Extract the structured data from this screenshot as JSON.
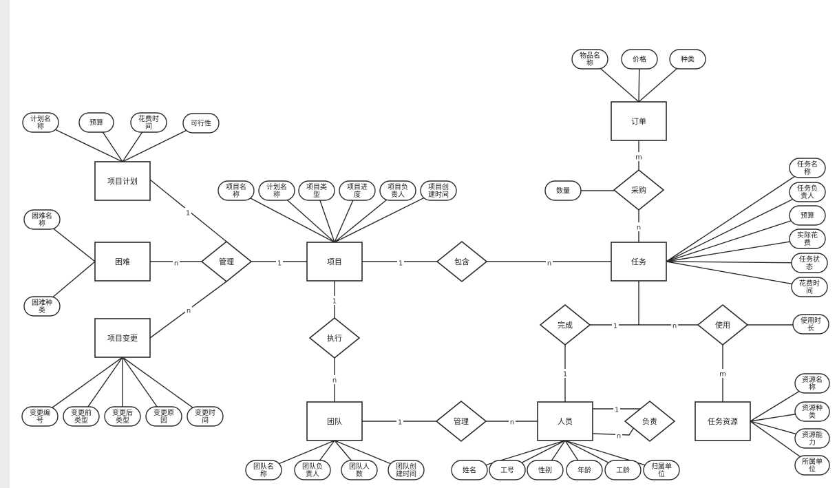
{
  "entities": [
    {
      "id": "plan",
      "label": "项目计划"
    },
    {
      "id": "difficulty",
      "label": "困难"
    },
    {
      "id": "change",
      "label": "项目变更"
    },
    {
      "id": "project",
      "label": "项目"
    },
    {
      "id": "team",
      "label": "团队"
    },
    {
      "id": "order",
      "label": "订单"
    },
    {
      "id": "task",
      "label": "任务"
    },
    {
      "id": "person",
      "label": "人员"
    },
    {
      "id": "resource",
      "label": "任务资源"
    }
  ],
  "relationships": [
    {
      "id": "manage_plan",
      "label": "管理"
    },
    {
      "id": "contain",
      "label": "包含"
    },
    {
      "id": "execute",
      "label": "执行"
    },
    {
      "id": "manage_team",
      "label": "管理"
    },
    {
      "id": "purchase",
      "label": "采购"
    },
    {
      "id": "complete",
      "label": "完成"
    },
    {
      "id": "use",
      "label": "使用"
    },
    {
      "id": "responsible",
      "label": "负责"
    }
  ],
  "attributes": [
    {
      "id": "a_plan_name",
      "label": [
        "计划名",
        "称"
      ]
    },
    {
      "id": "a_plan_budget",
      "label": [
        "预算"
      ]
    },
    {
      "id": "a_plan_time",
      "label": [
        "花费时",
        "间"
      ]
    },
    {
      "id": "a_plan_feas",
      "label": [
        "可行性"
      ]
    },
    {
      "id": "a_diff_name",
      "label": [
        "困难名",
        "称"
      ]
    },
    {
      "id": "a_diff_kind",
      "label": [
        "困难种",
        "类"
      ]
    },
    {
      "id": "a_chg_no",
      "label": [
        "变更编",
        "号"
      ]
    },
    {
      "id": "a_chg_before",
      "label": [
        "变更前",
        "类型"
      ]
    },
    {
      "id": "a_chg_after",
      "label": [
        "变更后",
        "类型"
      ]
    },
    {
      "id": "a_chg_reason",
      "label": [
        "变更原",
        "因"
      ]
    },
    {
      "id": "a_chg_time",
      "label": [
        "变更时",
        "间"
      ]
    },
    {
      "id": "a_prj_name",
      "label": [
        "项目名",
        "称"
      ]
    },
    {
      "id": "a_prj_plan",
      "label": [
        "计划名",
        "称"
      ]
    },
    {
      "id": "a_prj_type",
      "label": [
        "项目类",
        "型"
      ]
    },
    {
      "id": "a_prj_progress",
      "label": [
        "项目进",
        "度"
      ]
    },
    {
      "id": "a_prj_owner",
      "label": [
        "项目负",
        "责人"
      ]
    },
    {
      "id": "a_prj_created",
      "label": [
        "项目创",
        "建时间"
      ]
    },
    {
      "id": "a_team_name",
      "label": [
        "团队名",
        "称"
      ]
    },
    {
      "id": "a_team_owner",
      "label": [
        "团队负",
        "责人"
      ]
    },
    {
      "id": "a_team_size",
      "label": [
        "团队人",
        "数"
      ]
    },
    {
      "id": "a_team_created",
      "label": [
        "团队创",
        "建时间"
      ]
    },
    {
      "id": "a_item_name",
      "label": [
        "物品名",
        "称"
      ]
    },
    {
      "id": "a_price",
      "label": [
        "价格"
      ]
    },
    {
      "id": "a_kind",
      "label": [
        "种类"
      ]
    },
    {
      "id": "a_qty",
      "label": [
        "数量"
      ]
    },
    {
      "id": "a_task_name",
      "label": [
        "任务名",
        "称"
      ]
    },
    {
      "id": "a_task_owner",
      "label": [
        "任务负",
        "责人"
      ]
    },
    {
      "id": "a_task_budget",
      "label": [
        "预算"
      ]
    },
    {
      "id": "a_task_cost",
      "label": [
        "实际花",
        "费"
      ]
    },
    {
      "id": "a_task_status",
      "label": [
        "任务状",
        "态"
      ]
    },
    {
      "id": "a_task_time",
      "label": [
        "花费时",
        "间"
      ]
    },
    {
      "id": "a_use_duration",
      "label": [
        "使用时",
        "长"
      ]
    },
    {
      "id": "a_p_name",
      "label": [
        "姓名"
      ]
    },
    {
      "id": "a_p_no",
      "label": [
        "工号"
      ]
    },
    {
      "id": "a_p_gender",
      "label": [
        "性别"
      ]
    },
    {
      "id": "a_p_age",
      "label": [
        "年龄"
      ]
    },
    {
      "id": "a_p_years",
      "label": [
        "工龄"
      ]
    },
    {
      "id": "a_p_unit",
      "label": [
        "归属单",
        "位"
      ]
    },
    {
      "id": "a_res_name",
      "label": [
        "资源名",
        "称"
      ]
    },
    {
      "id": "a_res_kind",
      "label": [
        "资源种",
        "类"
      ]
    },
    {
      "id": "a_res_cap",
      "label": [
        "资源能",
        "力"
      ]
    },
    {
      "id": "a_res_unit",
      "label": [
        "所属单",
        "位"
      ]
    }
  ],
  "cardinalities": [
    {
      "id": "c_plan",
      "label": "1"
    },
    {
      "id": "c_diff",
      "label": "n"
    },
    {
      "id": "c_change",
      "label": "n"
    },
    {
      "id": "c_prj_manage",
      "label": "1"
    },
    {
      "id": "c_prj_contain",
      "label": "1"
    },
    {
      "id": "c_task_contain",
      "label": "n"
    },
    {
      "id": "c_prj_execute",
      "label": "1"
    },
    {
      "id": "c_team_execute",
      "label": "n"
    },
    {
      "id": "c_team_manage",
      "label": "1"
    },
    {
      "id": "c_person_manage",
      "label": "n"
    },
    {
      "id": "c_order",
      "label": "m"
    },
    {
      "id": "c_task_purchase",
      "label": "n"
    },
    {
      "id": "c_task_complete",
      "label": "1"
    },
    {
      "id": "c_task_use",
      "label": "n"
    },
    {
      "id": "c_person_complete",
      "label": "1"
    },
    {
      "id": "c_res_use",
      "label": "m"
    },
    {
      "id": "c_resp_top",
      "label": "1"
    },
    {
      "id": "c_resp_bottom",
      "label": "n"
    }
  ]
}
